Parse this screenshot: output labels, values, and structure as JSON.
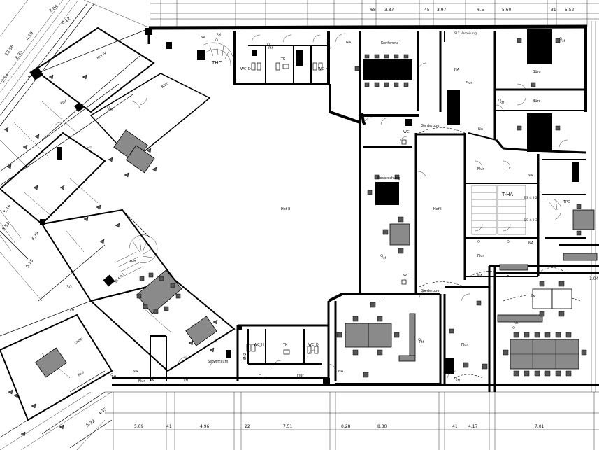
{
  "courtyards": {
    "hof_ii": "Hof II",
    "hof_i": "Hof I",
    "hof_iv": "Hof IV"
  },
  "rooms": {
    "konferenz": "Konferenz",
    "buero_1": "Büro",
    "buero_2": "Büro",
    "buero_left": "Büro",
    "besprechung": "Besprechung",
    "lager": "Lager",
    "serverraum": "Serverraum",
    "garderobe_1": "Garderobe",
    "garderobe_2": "Garderobe",
    "flur_1": "Flur",
    "flur_2": "Flur",
    "flur_3": "Flur",
    "flur_4": "Flur",
    "flur_5": "Flur",
    "flur_6": "Flur",
    "flur_7": "Flur",
    "flur_8": "Flur",
    "wc_d_1": "WC_D",
    "wc_h_1": "WC_H",
    "tk_1": "TK",
    "wc_h_2": "WC_H",
    "tk_2": "TK",
    "wc_d_2": "WC_D",
    "wc_1": "WC",
    "wc_2": "WC",
    "slt_verteilung": "SLT Verteilung"
  },
  "stairs": {
    "thc": "THC",
    "tha": "T-HA",
    "tpb": "TPB",
    "tpd": "TPD"
  },
  "tags": {
    "bmz_1": "BMZ",
    "bmz_2": "BMZ",
    "na": "NA",
    "rm": "RM",
    "bs_1": "BS 4.9.2",
    "bs_2": "BS 4.9.3",
    "bs_3": "BS 4.9.1"
  },
  "dimensions": {
    "top": [
      "68",
      "3.87",
      "45",
      "3.97",
      "6.5",
      "5.60",
      "31",
      "5.52"
    ],
    "bottom": [
      "5.09",
      "41",
      "4.96",
      "22",
      "7.51",
      "0.28",
      "8.30",
      "41",
      "4.17",
      "7.01"
    ],
    "right": [
      "1.04"
    ],
    "left": [
      "13.98",
      "4.19",
      "6.35",
      "2.54",
      "5.16",
      "3.53",
      "4.79",
      "5.78",
      "30",
      "4.35",
      "5.32",
      "0.12",
      "7.08"
    ]
  }
}
